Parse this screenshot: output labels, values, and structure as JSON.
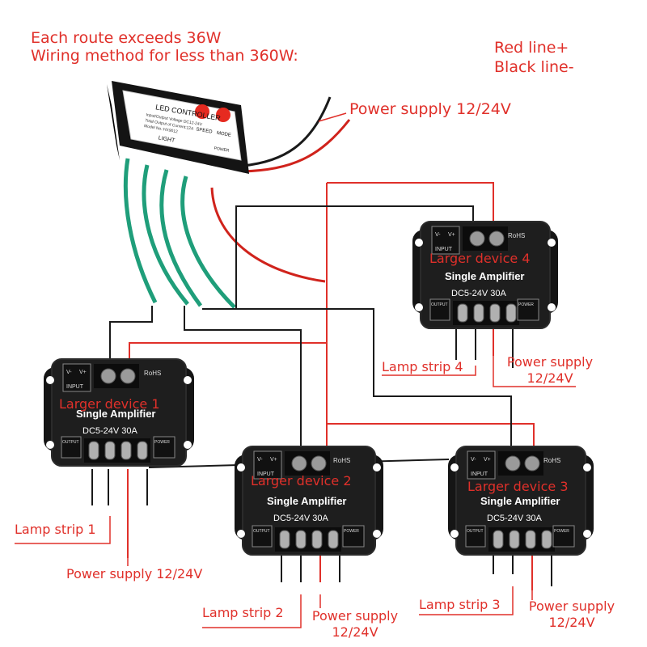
{
  "header": {
    "line1": "Each route exceeds 36W",
    "line2": "Wiring method for less than 360W:"
  },
  "legend": {
    "red": "Red line+",
    "black": "Black line-"
  },
  "power_supply_top": "Power supply 12/24V",
  "controller": {
    "title": "LED CONTROLLER",
    "speed": "SPEED",
    "mode": "MODE",
    "line1": "Input/Output Voltage DC12-24V",
    "line2": "Total Output of Current:12A",
    "line3": "Model No.:HX9012",
    "light": "LIGHT",
    "power": "POWER"
  },
  "device_common": {
    "brand": "Single Amplifier",
    "rating": "DC5-24V  30A",
    "input": "INPUT",
    "output": "OUTPUT",
    "power": "POWER",
    "rohs": "RoHS",
    "vminus": "V-",
    "vplus": "V+"
  },
  "devices": [
    {
      "label": "Larger device 1",
      "lamp": "Lamp strip 1",
      "supply": "Power supply 12/24V"
    },
    {
      "label": "Larger device 2",
      "lamp": "Lamp strip 2",
      "supply_line1": "Power supply",
      "supply_line2": "12/24V"
    },
    {
      "label": "Larger device 3",
      "lamp": "Lamp strip 3",
      "supply_line1": "Power supply",
      "supply_line2": "12/24V"
    },
    {
      "label": "Larger device 4",
      "lamp": "Lamp strip 4",
      "supply_line1": "Power supply",
      "supply_line2": "12/24V"
    }
  ],
  "colors": {
    "annotation": "#e0302a",
    "positive_wire": "#e0302a",
    "negative_wire": "#1a1a1a",
    "signal_wire": "#1f9e7a",
    "device_body": "#1c1c1c"
  }
}
